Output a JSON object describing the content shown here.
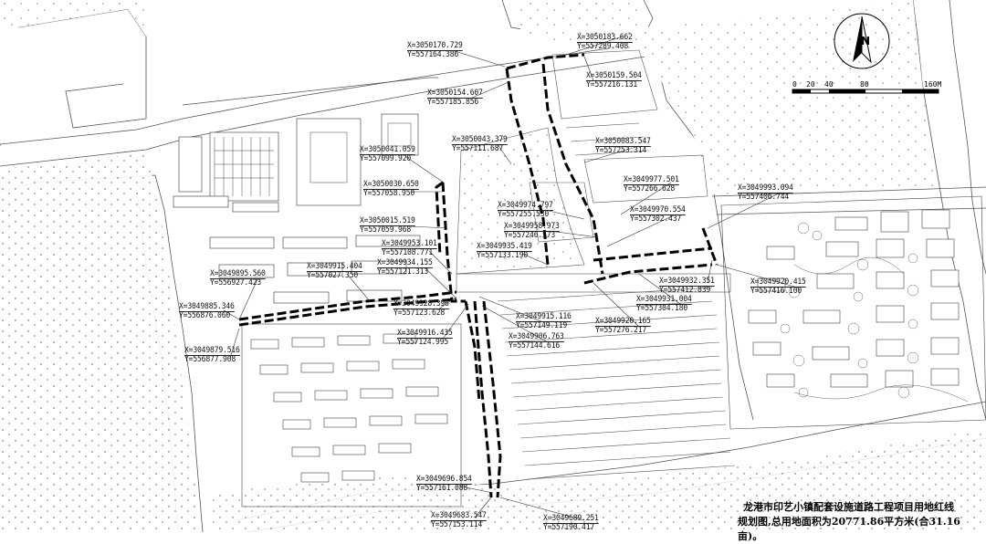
{
  "title": {
    "line1": "龙港市印艺小镇配套设施道路工程项目用地红线",
    "line2": "规划图,总用地面积为20771.86平方米(合31.16亩)。"
  },
  "north_arrow": {
    "label": "N"
  },
  "scale_bar": {
    "ticks": [
      "0",
      "20",
      "40",
      "80",
      "160M"
    ]
  },
  "coordinate_labels": [
    {
      "x": "X=3050170.729",
      "y": "Y=557164.386"
    },
    {
      "x": "X=3050183.662",
      "y": "Y=557289.408"
    },
    {
      "x": "X=3050159.504",
      "y": "Y=557216.131"
    },
    {
      "x": "X=3050154.607",
      "y": "Y=557185.856"
    },
    {
      "x": "X=3050043.379",
      "y": "Y=557111.687"
    },
    {
      "x": "X=3050041.059",
      "y": "Y=557099.920"
    },
    {
      "x": "X=3050083.547",
      "y": "Y=557253.314"
    },
    {
      "x": "X=3050030.650",
      "y": "Y=557058.950"
    },
    {
      "x": "X=3049977.501",
      "y": "Y=557266.628"
    },
    {
      "x": "X=3049970.554",
      "y": "Y=557302.437"
    },
    {
      "x": "X=3049993.094",
      "y": "Y=557406.744"
    },
    {
      "x": "X=3049974.797",
      "y": "Y=557255.530"
    },
    {
      "x": "X=3050015.519",
      "y": "Y=557059.968"
    },
    {
      "x": "X=3049958.973",
      "y": "Y=557246.573"
    },
    {
      "x": "X=3049935.419",
      "y": "Y=557133.190"
    },
    {
      "x": "X=3049953.101",
      "y": "Y=557108.771"
    },
    {
      "x": "X=3049934.155",
      "y": "Y=557121.313"
    },
    {
      "x": "X=3049915.404",
      "y": "Y=557027.350"
    },
    {
      "x": "X=3049895.560",
      "y": "Y=556927.423"
    },
    {
      "x": "X=3049932.351",
      "y": "Y=557412.839"
    },
    {
      "x": "X=3049931.004",
      "y": "Y=557304.180"
    },
    {
      "x": "X=3049920.415",
      "y": "Y=557416.100"
    },
    {
      "x": "X=3049928.396",
      "y": "Y=557123.628"
    },
    {
      "x": "X=3049885.346",
      "y": "Y=556876.060"
    },
    {
      "x": "X=3049915.116",
      "y": "Y=557149.119"
    },
    {
      "x": "X=3049920.165",
      "y": "Y=557276.217"
    },
    {
      "x": "X=3049916.435",
      "y": "Y=557124.995"
    },
    {
      "x": "X=3049906.763",
      "y": "Y=557144.616"
    },
    {
      "x": "X=3049879.516",
      "y": "Y=556877.908"
    },
    {
      "x": "X=3049696.854",
      "y": "Y=557161.088"
    },
    {
      "x": "X=3049683.547",
      "y": "Y=557153.114"
    },
    {
      "x": "X=3049689.251",
      "y": "Y=557190.417"
    }
  ]
}
